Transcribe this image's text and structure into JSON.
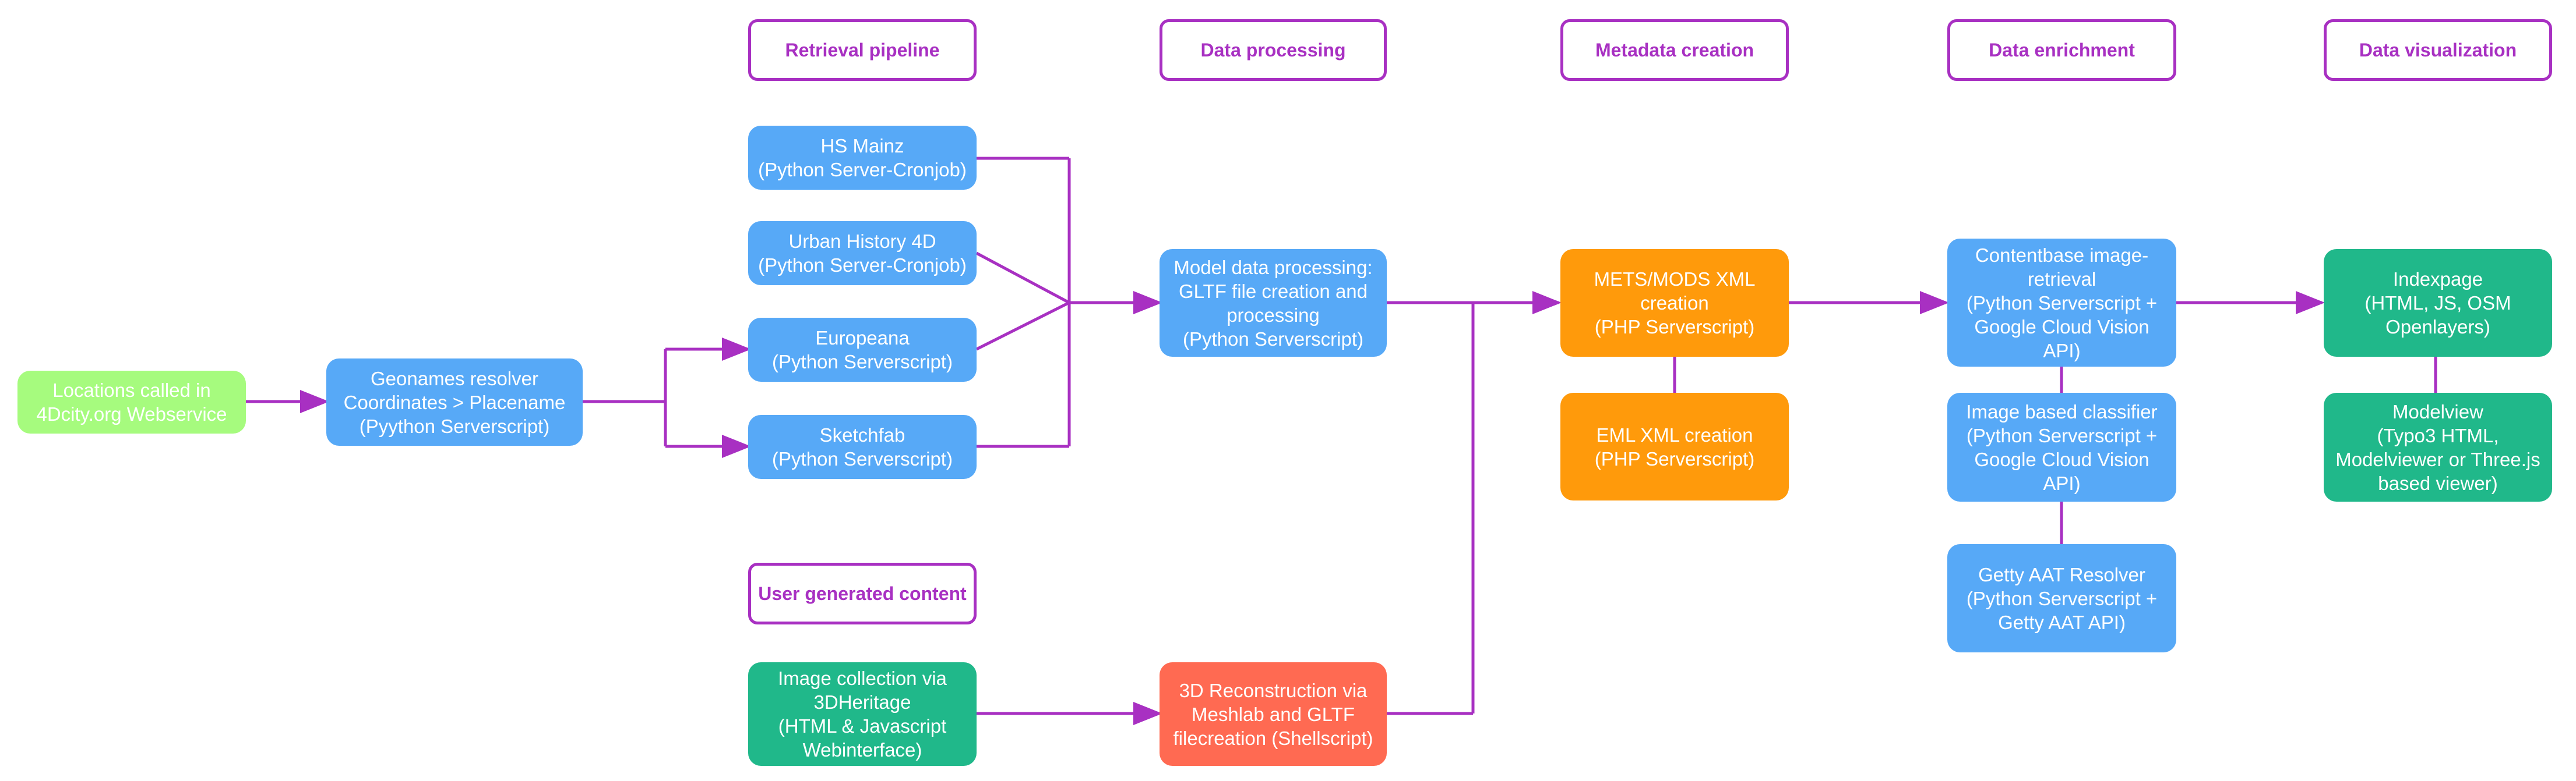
{
  "colors": {
    "connector": "#a830c2",
    "blue": "#57a9f7",
    "green": "#20b88a",
    "orange": "#ff9a0b",
    "red": "#ff6a52",
    "lime": "#a6fb7e"
  },
  "headers": {
    "retrieval": "Retrieval pipeline",
    "processing": "Data processing",
    "metadata": "Metadata creation",
    "enrichment": "Data enrichment",
    "visualization": "Data visualization",
    "user_generated": "User generated content"
  },
  "nodes": {
    "locations": [
      "Locations called in",
      "4Dcity.org Webservice"
    ],
    "geonames": [
      "Geonames resolver",
      "Coordinates > Placename",
      "(Pyython Serverscript)"
    ],
    "hs_mainz": [
      "HS Mainz",
      "(Python Server-Cronjob)"
    ],
    "urban_history": [
      "Urban History 4D",
      "(Python Server-Cronjob)"
    ],
    "europeana": [
      "Europeana",
      "(Python Serverscript)"
    ],
    "sketchfab": [
      "Sketchfab",
      "(Python Serverscript)"
    ],
    "model_processing": [
      "Model data processing:",
      "GLTF file creation and",
      "processing",
      "(Python Serverscript)"
    ],
    "mets_mods": [
      "METS/MODS XML",
      "creation",
      "(PHP Serverscript)"
    ],
    "eml": [
      "EML XML creation",
      "(PHP Serverscript)"
    ],
    "contentbase": [
      "Contentbase image-",
      "retrieval",
      "(Python Serverscript +",
      "Google Cloud Vision",
      "API)"
    ],
    "image_classifier": [
      "Image based classifier",
      "(Python Serverscript +",
      "Google Cloud Vision",
      "API)"
    ],
    "getty": [
      "Getty AAT Resolver",
      "(Python Serverscript +",
      "Getty AAT API)"
    ],
    "indexpage": [
      "Indexpage",
      "(HTML, JS, OSM",
      "Openlayers)"
    ],
    "modelview": [
      "Modelview",
      "(Typo3 HTML,",
      "Modelviewer or Three.js",
      "based viewer)"
    ],
    "image_collection": [
      "Image collection via",
      "3DHeritage",
      "(HTML & Javascript",
      "Webinterface)"
    ],
    "reconstruction": [
      "3D Reconstruction via",
      "Meshlab and GLTF",
      "filecreation (Shellscript)"
    ]
  }
}
